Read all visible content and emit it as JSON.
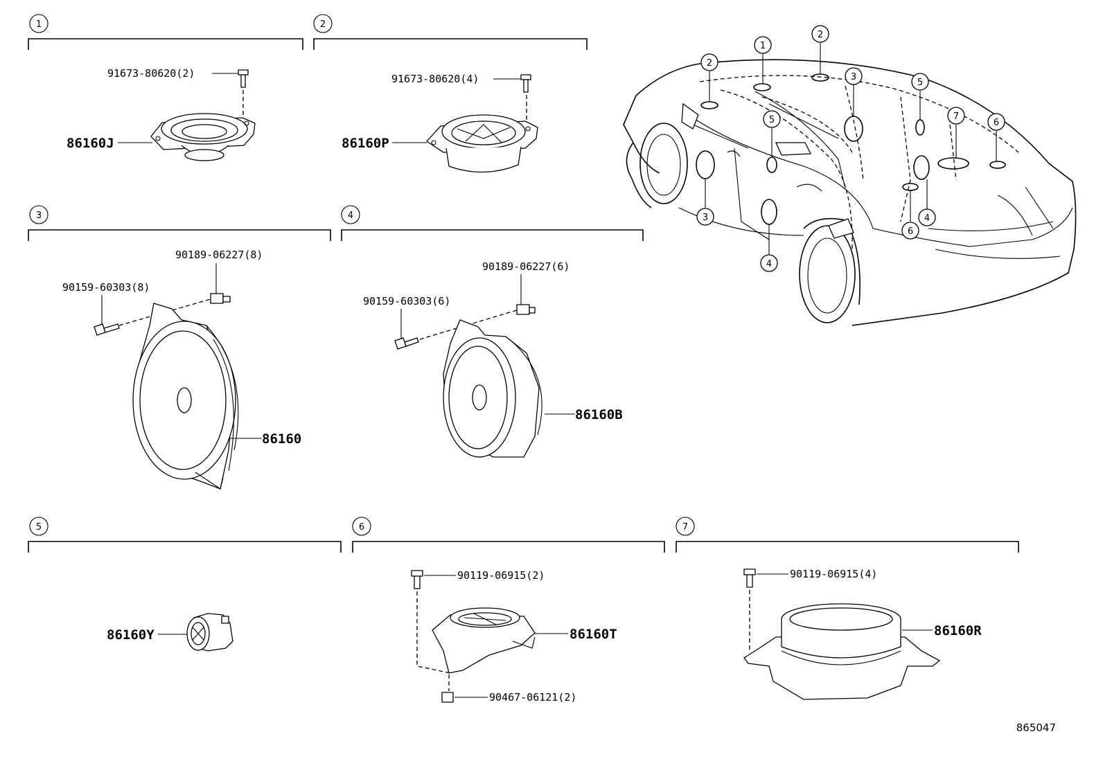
{
  "sections": [
    {
      "num": "1",
      "main": "86160J",
      "parts": [
        "91673-80620(2)"
      ]
    },
    {
      "num": "2",
      "main": "86160P",
      "parts": [
        "91673-80620(4)"
      ]
    },
    {
      "num": "3",
      "main": "86160",
      "parts": [
        "90189-06227(8)",
        "90159-60303(8)"
      ]
    },
    {
      "num": "4",
      "main": "86160B",
      "parts": [
        "90189-06227(6)",
        "90159-60303(6)"
      ]
    },
    {
      "num": "5",
      "main": "86160Y",
      "parts": []
    },
    {
      "num": "6",
      "main": "86160T",
      "parts": [
        "90119-06915(2)",
        "90467-06121(2)"
      ]
    },
    {
      "num": "7",
      "main": "86160R",
      "parts": [
        "90119-06915(4)"
      ]
    }
  ],
  "car_callouts": [
    "1",
    "2",
    "2",
    "3",
    "3",
    "4",
    "4",
    "5",
    "5",
    "6",
    "6",
    "7"
  ],
  "reference": "865047"
}
